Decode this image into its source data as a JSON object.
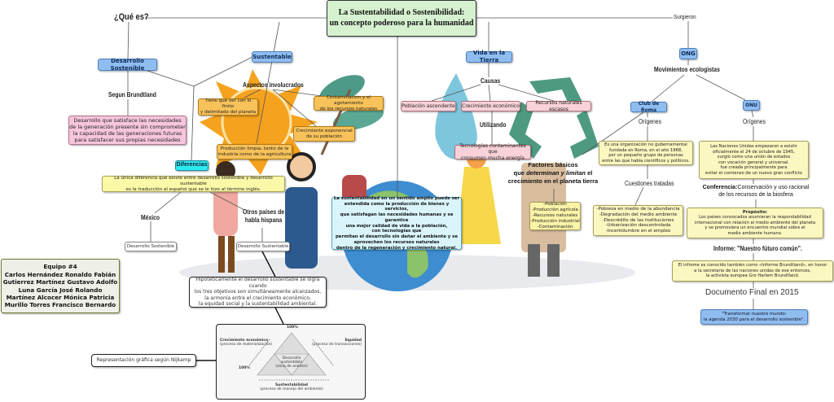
{
  "title": "La Sustentabilidad o Sostenibilidad:\nun concepto poderoso para la humanidad",
  "left": {
    "que_es": "¿Qué es?",
    "desarrollo_sostenible": "Desarrollo Sostenible",
    "sustentable": "Sustentable",
    "segun_brundtland": "Segun Brundtland",
    "brundtland_def": "Desarrollo que satisface las necesidades\nde la generación presente sin comprometer\nla capacidad de las generaciones futuras\npara satisfacer sus propias necesidades",
    "aspectos": "Aspectos involucrados",
    "aspecto_1": "Tiene que ver con lo finito\ny delimitado del planeta",
    "aspecto_2": "Contaminación y el agotamiento\nde los recursos naturales",
    "aspecto_3": "Crecimiento exponencial\nde su población",
    "aspecto_4": "Producción limpia, tanto de la\nindustria como de la agricultura",
    "diferencias": "Diferencias",
    "diferencia_text": "La única diferencia que existe entre desarrollo sostenible y desarrollo sustentable\nes la traducción al español que se le hizo al término inglés.",
    "mexico": "México",
    "mexico_term": "Desarrollo Sostenible",
    "otros": "Otros países de\nhabla hispana",
    "otros_term": "Desarrollo Sustentable",
    "hipotetico": "Hipotéticamente el desarrollo sustentable se logra cuando\nlos tres objetivos son simultáneamente alcanzados,\nla armonía entre el crecimiento económico,\nla equidad social y la sustentabilidad ambiental.",
    "representacion": "Representación gráfica según Nijkamp"
  },
  "nijkamp": {
    "top": "100%",
    "left_pct": "100%",
    "crecimiento": "Crecimiento económico",
    "crecimiento_sub": "(proceso de materialización)",
    "equidad": "Equidad",
    "equidad_sub": "(proceso de transacciones)",
    "centro": "Desarrollo sustentable",
    "centro_sub": "(zona de análisis)",
    "sust": "Sustentabilidad",
    "sust_sub": "(proceso de manejo del ambiente)"
  },
  "team": {
    "title": "Equipo #4",
    "members": [
      "Carlos Hernández Ronaldo Fabián",
      "Gutierrez Martínez Gustavo Adolfo",
      "Luna García José Rolando",
      "Martínez Alcocer Mónica Patricia",
      "Murillo Torres Francisco Bernardo"
    ]
  },
  "center": {
    "vida": "Vida en la Tierra",
    "causas": "Causas",
    "causa_1": "Población ascendente",
    "causa_2": "Crecimiento económico",
    "causa_3": "Recursos naturales escasos",
    "utilizando": "Utilizando",
    "tecnologias": "Tecnologías contaminantes que\nconsumen mucha energía",
    "factores_1": "Factores básicos",
    "factores_2a": "que ",
    "factores_2b": "determinan y limitan",
    "factores_2c": " el",
    "factores_3": "crecimiento en el planeta tierra",
    "factores_list": "-Población\n-Producción agrícola\n-Recursos naturales\n-Producción industrial\n-Contaminación",
    "definicion": "La sustentabilidad en un sentido amplio puede ser\nentendida como la producción de bienes  y servicios,\nque satisfagan las necesidades humanas y se garantice\nuna mejor calidad de vida a la población,\ncon tecnologías que\npermitan el desarrollo sin dañar el ambiente y se\naprovechen los recursos naturales\ndentro de la regeneración y crecimiento natural."
  },
  "right": {
    "surgieron": "Surgieron",
    "ong": "ONG",
    "movimientos": "Movimientos ecologistas",
    "club": "Club de Roma",
    "onu": "ONU",
    "origenes": "Orígenes",
    "club_origen": "Es una organización no gubernamental\nfundada en Roma, en el año 1968,\npor un pequeño grupo de personas\nentre las que había científicos y políticos.",
    "onu_origen": "Las Naciones Unidas empezaron a existir\noficialmente el 24 de octubre de 1945,\nsurgió como una unión de estados\ncon vocación general y universal.\nfue creada principalmente para\nevitar el comienzo de un nuevo gran conflicto",
    "cuestiones": "Cuestiones tratadas",
    "cuestiones_list": "-Pobreza en medio de la abundancia\n-Degradación del medio ambiente\n-Descrédito de las instituciones\n-Urbanización descontrolada\n-Incertidumbre en el empleo",
    "conferencia_b": "Conferencia:",
    "conferencia_t": "Conservación y uso racional\nde los recursos de la biosfera",
    "proposito_t": "Propósito:",
    "proposito": "Los países convocados asumieran la respondabilidad\ninternacional con relación al medio ambiente del planeta\ny se promoviera un encuentro mundial sobre el\nmedio ambiente humano.",
    "informe": "Informe: \"Nuestro fúturo común\".",
    "informe_text": "El infrome es conocido también como «Informe Brundtland», en honor\na la secretaria de las naciones unidas de ese entonces,\nla activista europea Gro Harlem Brundtland.",
    "documento": "Documento Final en 2015",
    "transformar": "\"Transformar nuestro mundo:\nla agenda 2030 para el desarrollo sostenible\"."
  }
}
